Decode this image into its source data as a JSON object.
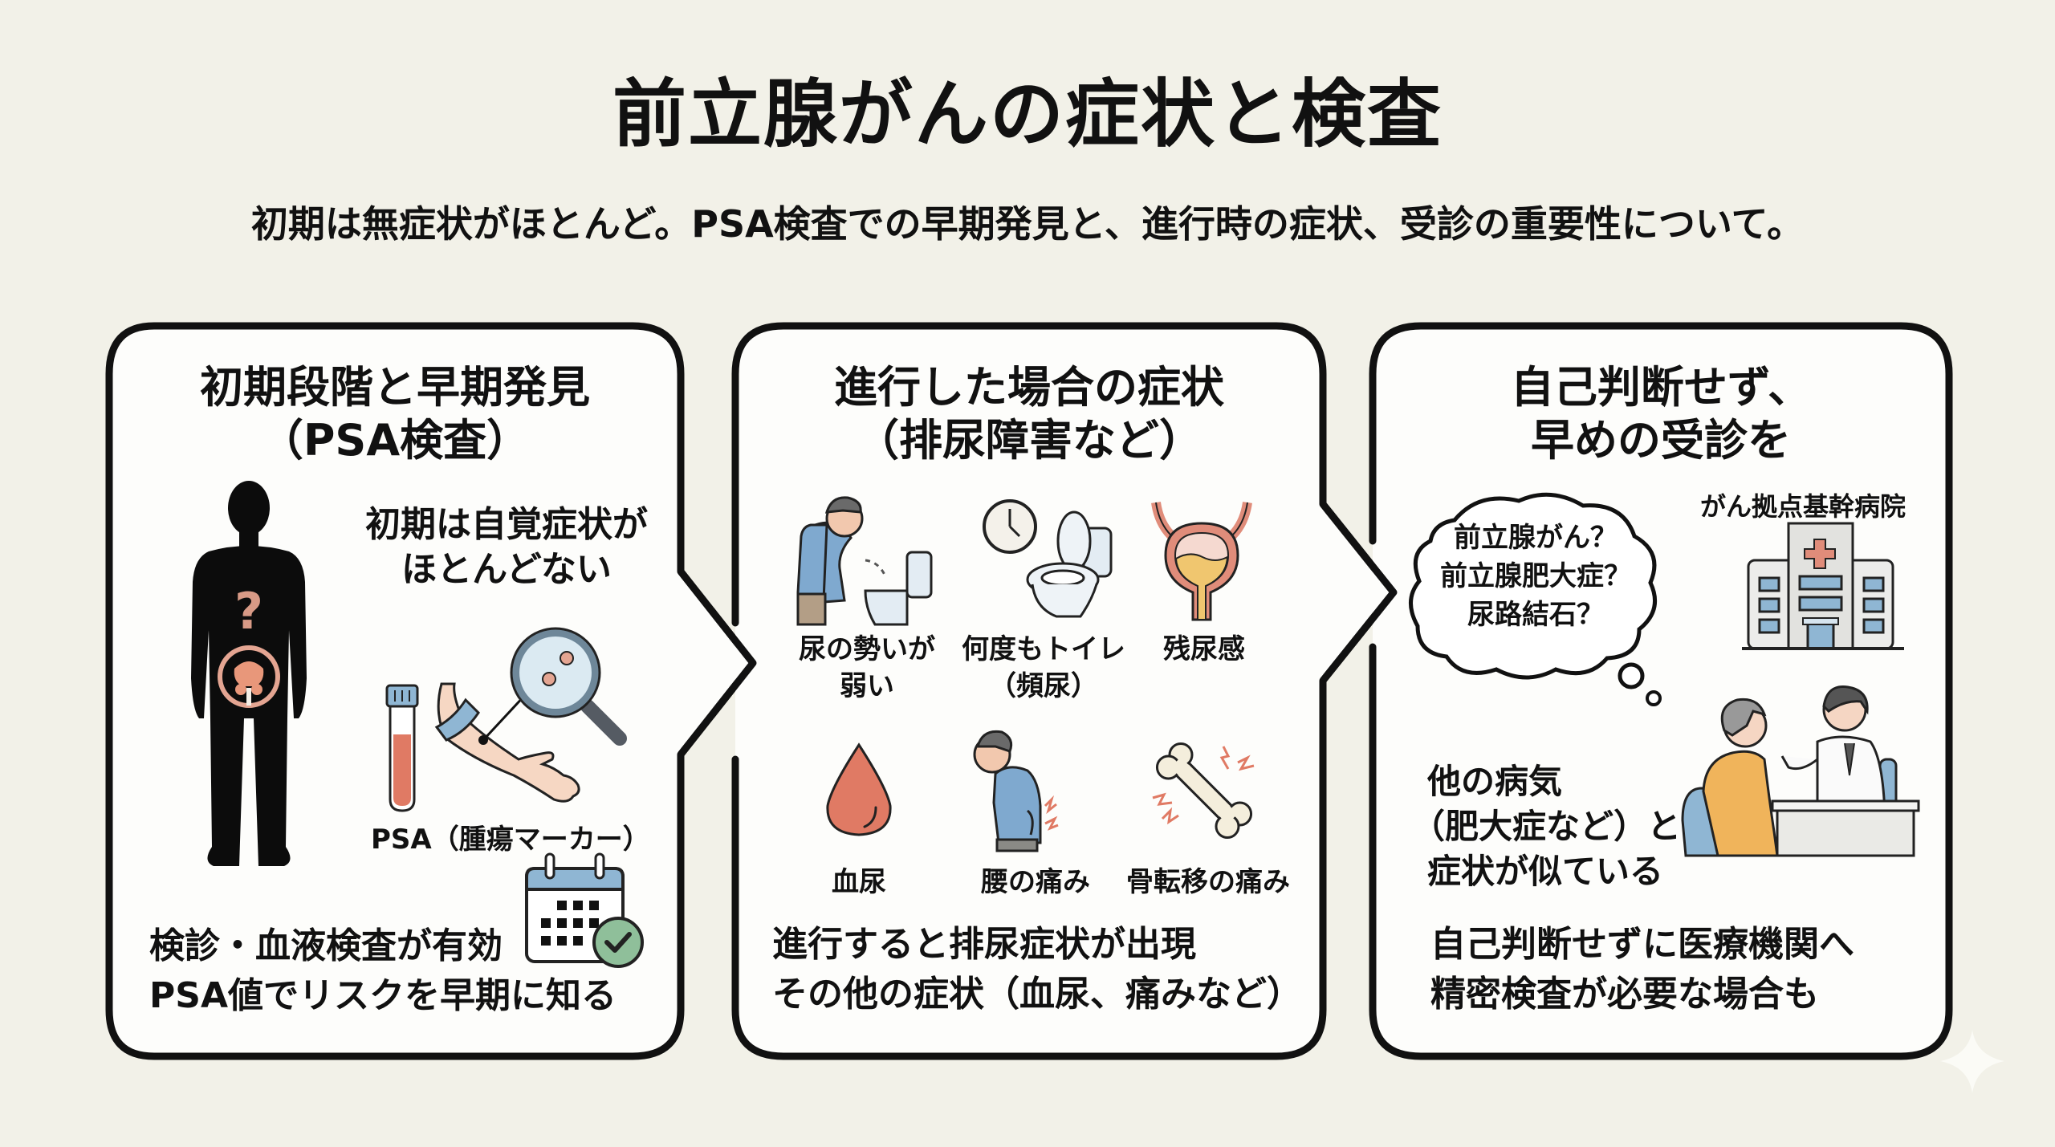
{
  "header": {
    "title": "前立腺がんの症状と検査",
    "subtitle": "初期は無症状がほとんど。PSA検査での早期発見と、進行時の症状、受診の重要性について。"
  },
  "panels": [
    {
      "title_line1": "初期段階と早期発見",
      "title_line2": "（PSA検査）",
      "callout_line1": "初期は自覚症状が",
      "callout_line2": "ほとんどない",
      "psa_label": "PSA（腫瘍マーカー）",
      "body_line1": "検診・血液検査が有効",
      "body_line2": "PSA値でリスクを早期に知る",
      "icons": [
        "body-silhouette-icon",
        "question-mark-icon",
        "prostate-icon",
        "blood-tube-icon",
        "arm-icon",
        "magnifier-icon",
        "calendar-check-icon"
      ]
    },
    {
      "title_line1": "進行した場合の症状",
      "title_line2": "（排尿障害など）",
      "symptoms": [
        {
          "label_line1": "尿の勢いが",
          "label_line2": "弱い",
          "icon": "weak-urination-icon"
        },
        {
          "label_line1": "何度もトイレ",
          "label_line2": "（頻尿）",
          "icon": "clock-toilet-icon"
        },
        {
          "label_line1": "残尿感",
          "label_line2": "",
          "icon": "bladder-icon"
        },
        {
          "label_line1": "血尿",
          "label_line2": "",
          "icon": "blood-drop-icon"
        },
        {
          "label_line1": "腰の痛み",
          "label_line2": "",
          "icon": "back-pain-icon"
        },
        {
          "label_line1": "骨転移の痛み",
          "label_line2": "",
          "icon": "bone-pain-icon"
        }
      ],
      "body_line1": "進行すると排尿症状が出現",
      "body_line2": "その他の症状（血尿、痛みなど）"
    },
    {
      "title_line1": "自己判断せず、",
      "title_line2": "早めの受診を",
      "thought_line1": "前立腺がん？",
      "thought_line2": "前立腺肥大症？",
      "thought_line3": "尿路結石？",
      "hospital_label": "がん拠点基幹病院",
      "note_line1": "他の病気",
      "note_line2": "（肥大症など）と",
      "note_line3": "症状が似ている",
      "body_line1": "自己判断せずに医療機関へ",
      "body_line2": "精密検査が必要な場合も",
      "icons": [
        "thought-cloud-icon",
        "hospital-icon",
        "doctor-consultation-icon"
      ]
    }
  ],
  "colors": {
    "background": "#f2f1e8",
    "panel": "#fdfdfb",
    "outline": "#111111",
    "accent_salmon": "#e07a64",
    "accent_blue": "#8fb6d3",
    "accent_green": "#8fbf9a",
    "accent_yellow": "#f0c66f"
  }
}
